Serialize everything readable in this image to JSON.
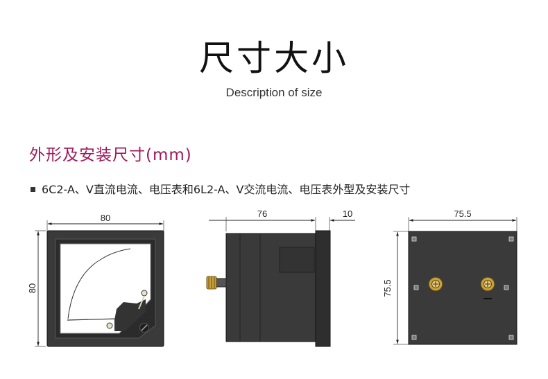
{
  "header": {
    "title": "尺寸大小",
    "subtitle": "Description of size"
  },
  "section": {
    "title": "外形及安装尺寸(mm)"
  },
  "note": {
    "text": "6C2-A、V直流电流、电压表和6L2-A、V交流电流、电压表外型及安装尺寸"
  },
  "front_view": {
    "width_label": "80",
    "height_label": "80"
  },
  "side_view": {
    "depth_label": "76",
    "flange_label": "10"
  },
  "rear_view": {
    "width_label": "75.5",
    "height_label": "75.5"
  },
  "colors": {
    "accent": "#a0185c",
    "body": "#3a3a3a",
    "body_dark": "#2b2b2b"
  }
}
